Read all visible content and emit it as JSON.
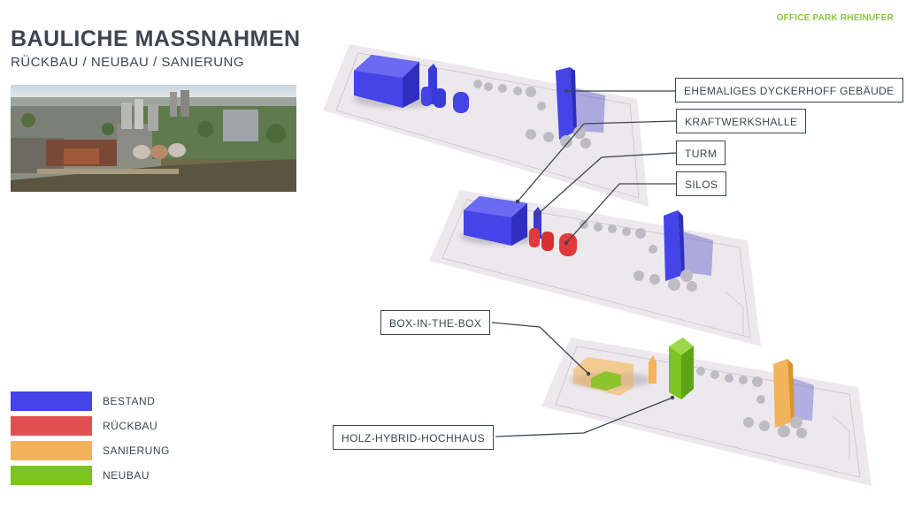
{
  "brand": "OFFICE PARK RHEINUFER",
  "title": "BAULICHE MASSNAHMEN",
  "subtitle": "RÜCKBAU / NEUBAU / SANIERUNG",
  "legend": [
    {
      "label": "BESTAND",
      "color": "#4444e8"
    },
    {
      "label": "RÜCKBAU",
      "color": "#e05050"
    },
    {
      "label": "SANIERUNG",
      "color": "#f3b35a"
    },
    {
      "label": "NEUBAU",
      "color": "#7cc41f"
    }
  ],
  "callouts": {
    "dyckerhoff": "EHEMALIGES DYCKERHOFF GEBÄUDE",
    "kraftwerk": "KRAFTWERKSHALLE",
    "turm": "TURM",
    "silos": "SILOS",
    "boxinbox": "BOX-IN-THE-BOX",
    "holz": "HOLZ-HYBRID-HOCHHAUS"
  },
  "colors": {
    "bestand": "#4444e8",
    "rueckbau": "#e03a3a",
    "sanierung": "#f3b35a",
    "neubau": "#7cc41f",
    "plate": "#ece8ec",
    "tree": "#b8b8c0"
  }
}
